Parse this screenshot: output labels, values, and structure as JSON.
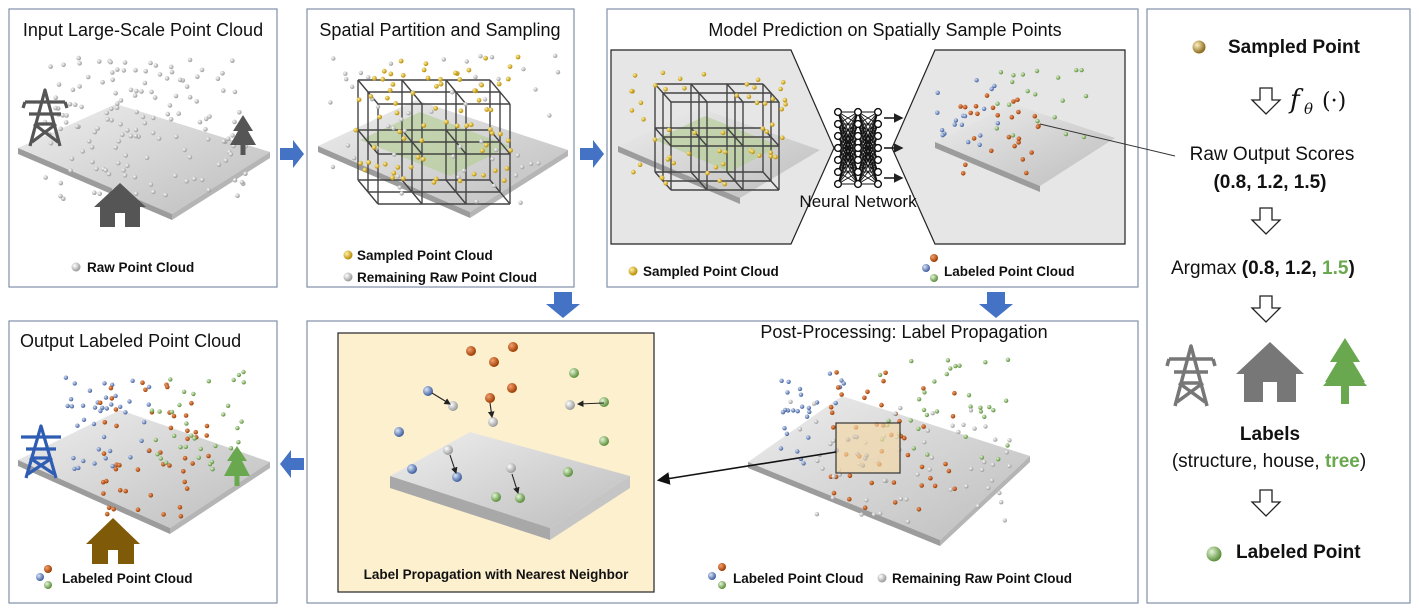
{
  "colors": {
    "accent_green": "#6aa84f",
    "arrow_blue": "#4472c4",
    "yellow_point": "#e6b422",
    "orange_point": "#c55a11",
    "blue_point": "#6f8fc9",
    "green_point": "#8fbf6f",
    "house_brown": "#7f5a08",
    "panel_bg": "#fdf0cf"
  },
  "panels": {
    "input": {
      "title": "Input Large-Scale Point Cloud",
      "legend": "Raw Point Cloud"
    },
    "partition": {
      "title": "Spatial Partition and Sampling",
      "legend_sampled": "Sampled Point Cloud",
      "legend_remaining": "Remaining Raw Point Cloud"
    },
    "prediction": {
      "title": "Model Prediction on Spatially Sample Points",
      "network_label": "Neural Network",
      "legend_sampled": "Sampled Point Cloud",
      "legend_labeled": "Labeled Point Cloud"
    },
    "post": {
      "title": "Post-Processing: Label Propagation",
      "legend_labeled": "Labeled Point Cloud",
      "legend_remaining": "Remaining Raw Point Cloud",
      "inset_caption": "Label Propagation with Nearest Neighbor"
    },
    "output": {
      "title": "Output Labeled Point Cloud",
      "legend": "Labeled Point Cloud"
    }
  },
  "sidebar": {
    "sampled_point": "Sampled Point",
    "function": "f",
    "function_sub": "θ",
    "function_arg": "(·)",
    "raw_scores_label": "Raw Output Scores",
    "raw_scores": "(0.8, 1.2, 1.5)",
    "argmax_label": "Argmax",
    "argmax_open": "(0.8, 1.2, ",
    "argmax_max": "1.5",
    "argmax_close": ")",
    "labels_title": "Labels",
    "labels_open": "(structure, house, ",
    "labels_tree": "tree",
    "labels_close": ")",
    "labeled_point": "Labeled Point"
  },
  "icons": [
    "transmission-tower-icon",
    "house-icon",
    "tree-icon",
    "neural-network-icon",
    "flow-arrow-icon",
    "down-hollow-arrow-icon"
  ]
}
